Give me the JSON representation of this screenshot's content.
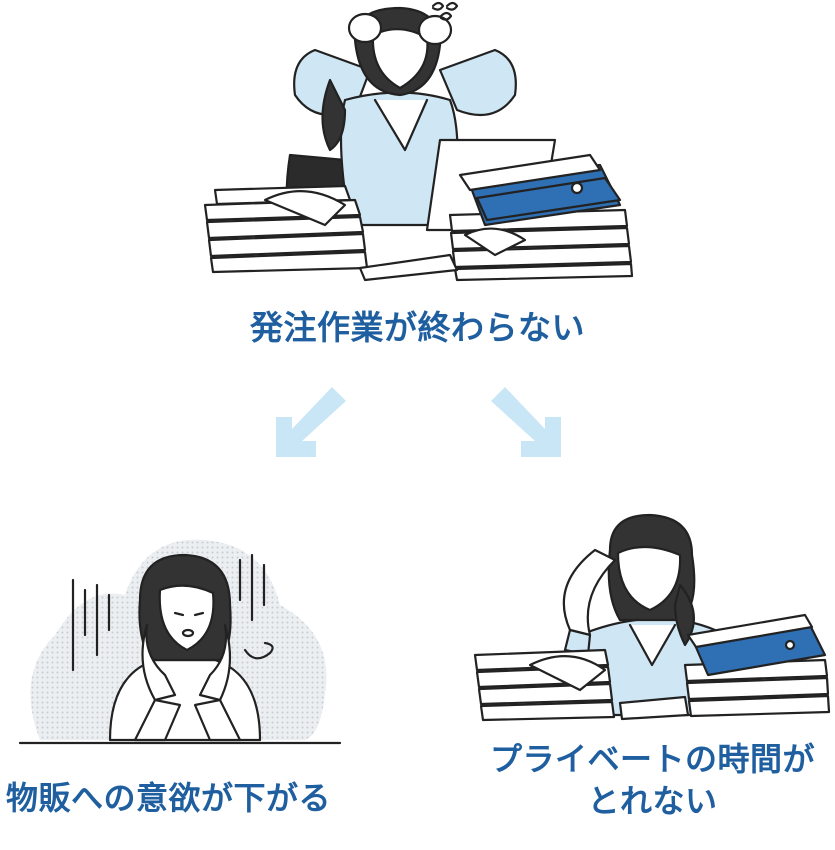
{
  "captions": {
    "top": "発注作業が終わらない",
    "left": "物販への意欲が下がる",
    "right_line1": "プライベートの時間が",
    "right_line2": "とれない"
  },
  "colors": {
    "caption": "#1f5fa0",
    "arrow": "#c9e6f6",
    "blouse": "#cfe6f4",
    "binder": "#2f6fb3",
    "hair": "#333333",
    "line": "#222222",
    "dots_bg": "#e6e9ec"
  },
  "illustrations": {
    "top": "stressed-woman-holding-head-at-desk-with-paper-stacks",
    "left": "depressed-woman-resting-face-in-hands",
    "right": "tired-woman-leaning-head-on-hand-at-desk-with-binders"
  },
  "arrows": [
    "arrow-down-left",
    "arrow-down-right"
  ]
}
